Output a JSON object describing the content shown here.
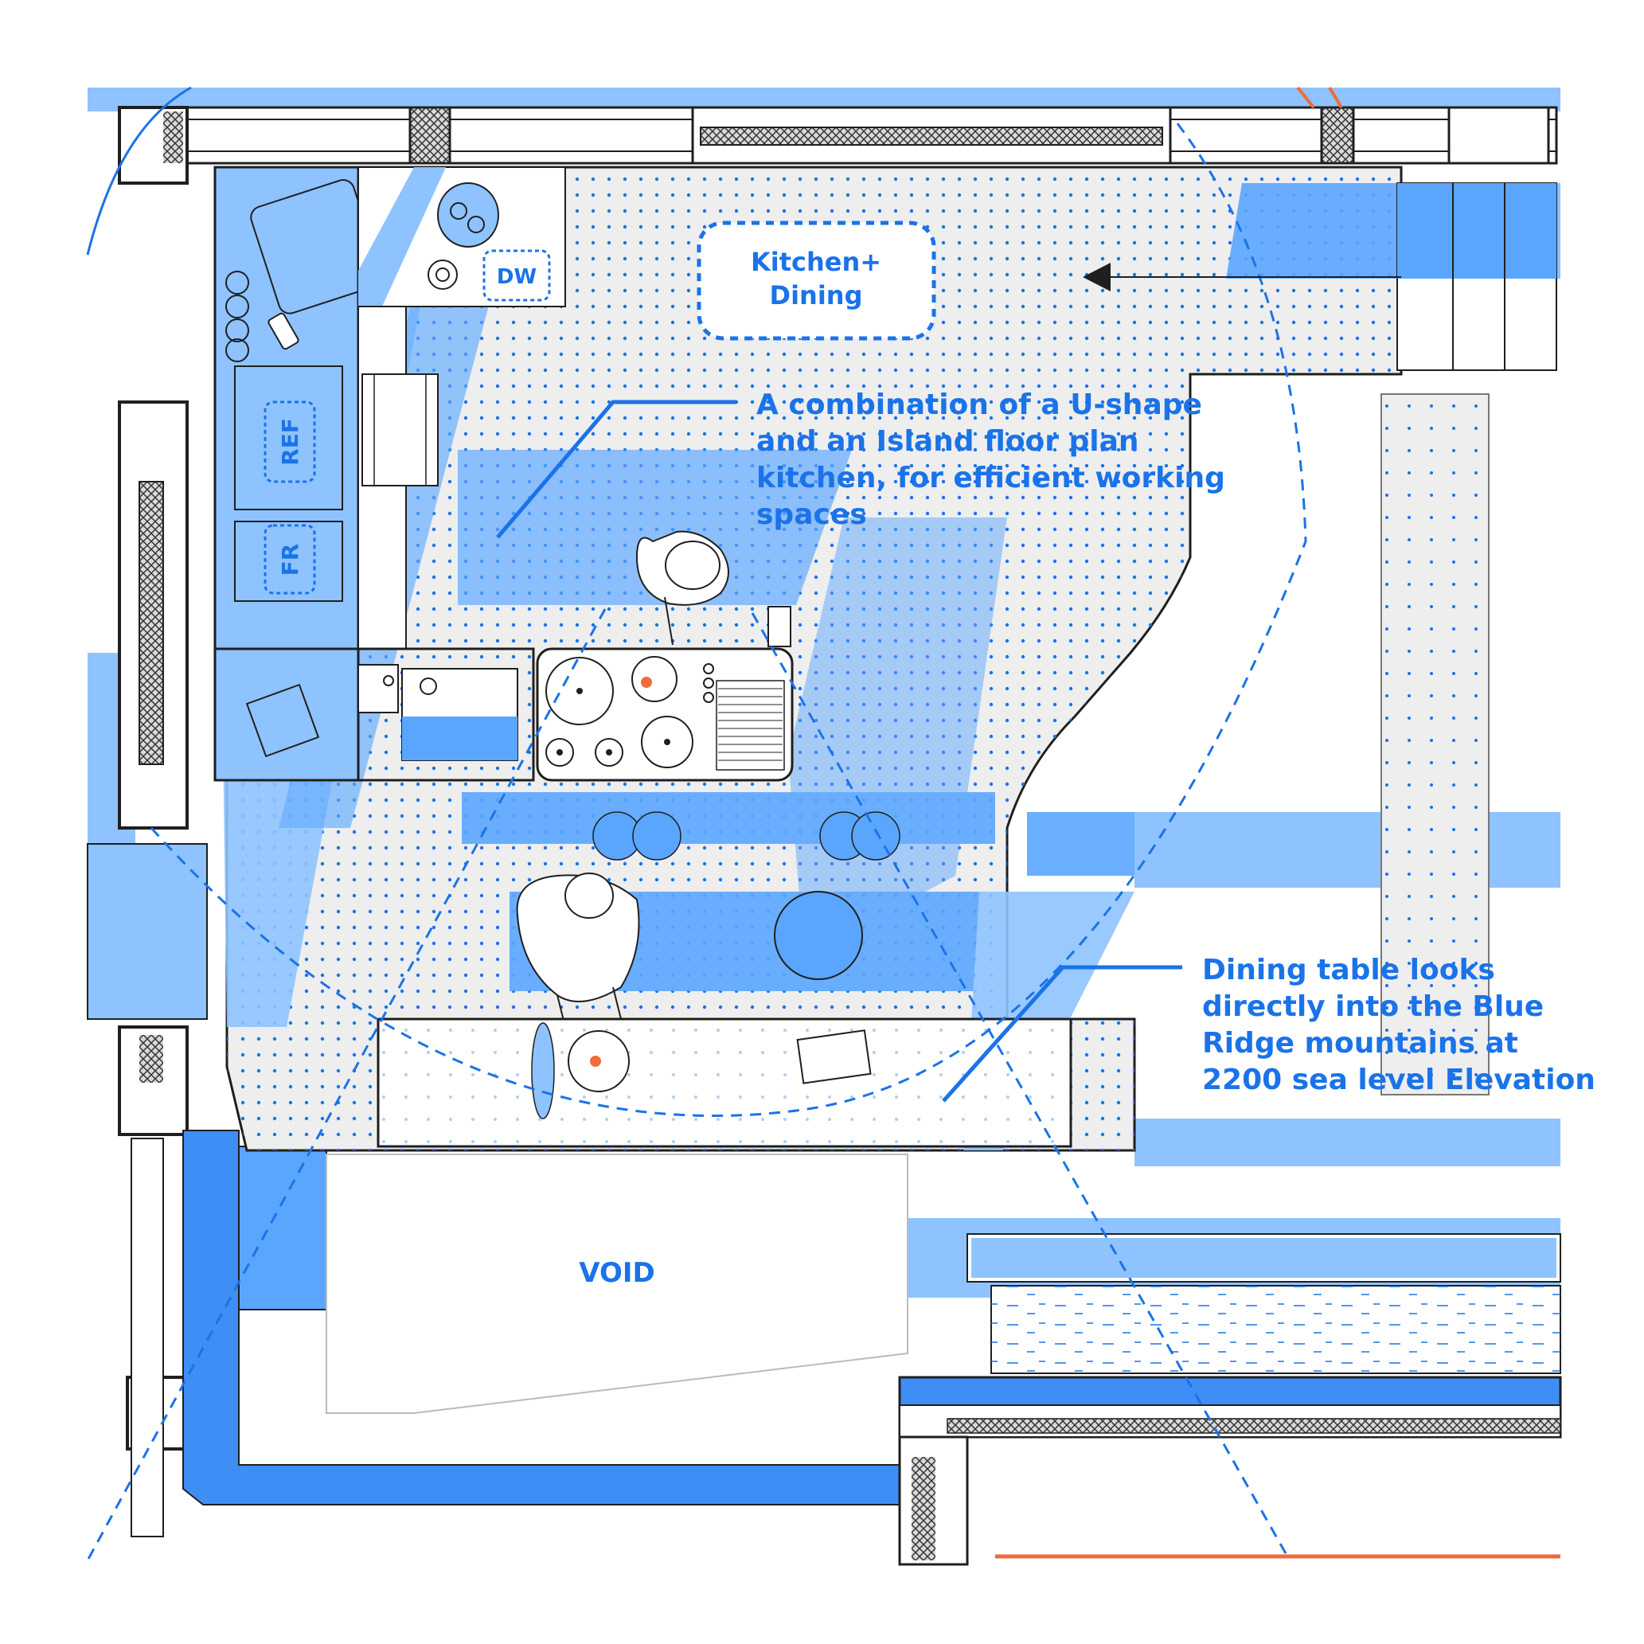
{
  "colors": {
    "accent": "#1a73e8",
    "light_blue": "#8ec3ff",
    "mid_blue": "#5aa6ff",
    "deep_blue": "#3f8ef5",
    "floor_grey": "#eeeeee",
    "outline": "#1f1f1f",
    "orange": "#f06a3a"
  },
  "labels": {
    "room_line1": "Kitchen+",
    "room_line2": "Dining",
    "dishwasher": "DW",
    "refrigerator": "REF",
    "freezer": "FR",
    "void": "VOID"
  },
  "annotations": {
    "kitchen_plan": [
      "A combination of a U-shape",
      "and an Island floor plan",
      "kitchen, for efficient working",
      "spaces"
    ],
    "dining_view": [
      "Dining table looks",
      "directly into the Blue",
      "Ridge mountains at",
      "2200 sea level Elevation"
    ]
  }
}
